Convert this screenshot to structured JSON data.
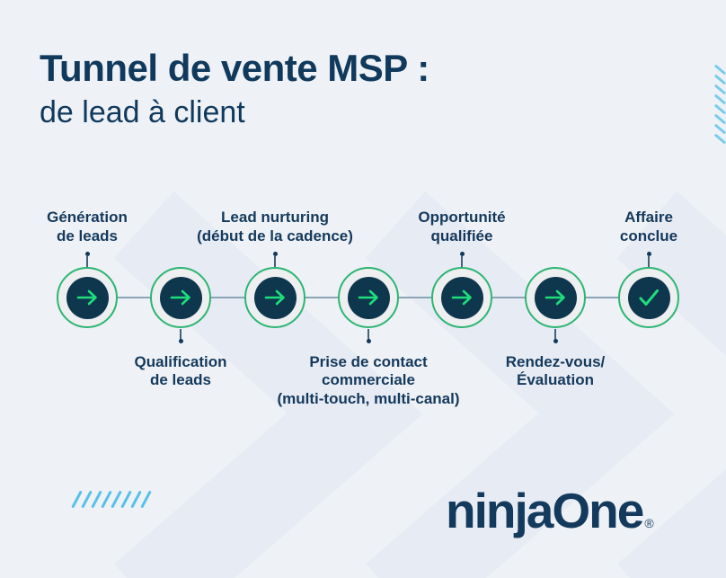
{
  "header": {
    "title": "Tunnel de vente MSP :",
    "subtitle": "de lead à client"
  },
  "timeline": {
    "nodes": [
      {
        "icon": "arrow-right-icon",
        "label_position": "top",
        "label": [
          "Génération",
          "de leads"
        ]
      },
      {
        "icon": "arrow-right-icon",
        "label_position": "bottom",
        "label": [
          "Qualification",
          "de leads"
        ]
      },
      {
        "icon": "arrow-right-icon",
        "label_position": "top",
        "label": [
          "Lead nurturing",
          "(début de la cadence)"
        ]
      },
      {
        "icon": "arrow-right-icon",
        "label_position": "bottom",
        "label": [
          "Prise de contact",
          "commerciale",
          "(multi-touch, multi-canal)"
        ]
      },
      {
        "icon": "arrow-right-icon",
        "label_position": "top",
        "label": [
          "Opportunité",
          "qualifiée"
        ]
      },
      {
        "icon": "arrow-right-icon",
        "label_position": "bottom",
        "label": [
          "Rendez-vous/",
          "Évaluation"
        ]
      },
      {
        "icon": "check-icon",
        "label_position": "top",
        "label": [
          "Affaire",
          "conclue"
        ]
      }
    ]
  },
  "branding": {
    "logo_text": "ninjaOne",
    "registered_mark": "®"
  },
  "colors": {
    "background": "#eef2f6",
    "navy": "#11395c",
    "node_fill": "#0e374e",
    "ring_green": "#2eb573",
    "accent_green": "#1edd7a",
    "hash_teal": "#58c0e8"
  }
}
